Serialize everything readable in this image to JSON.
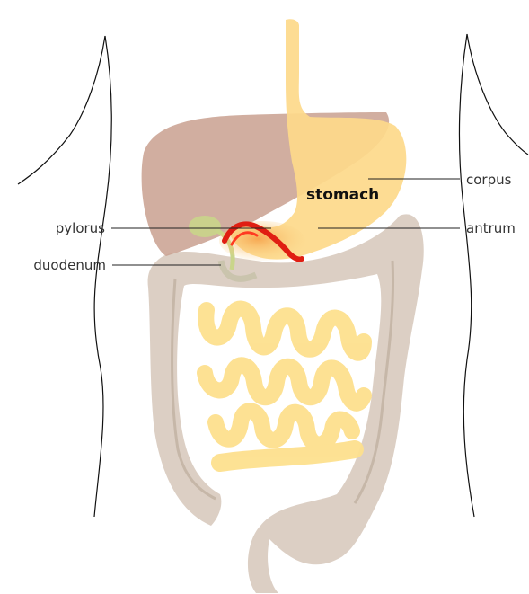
{
  "labels": {
    "stomach": "stomach",
    "corpus": "corpus",
    "antrum": "antrum",
    "pylorus": "pylorus",
    "duodenum": "duodenum"
  },
  "colors": {
    "liver": "#c9a08f",
    "stomach": "#fdd98a",
    "intestine": "#fde08e",
    "colon": "#d9cbbf",
    "gallbladder": "#c9d58a",
    "pylorus_highlight": "#e01e12",
    "background": "#ffffff"
  }
}
